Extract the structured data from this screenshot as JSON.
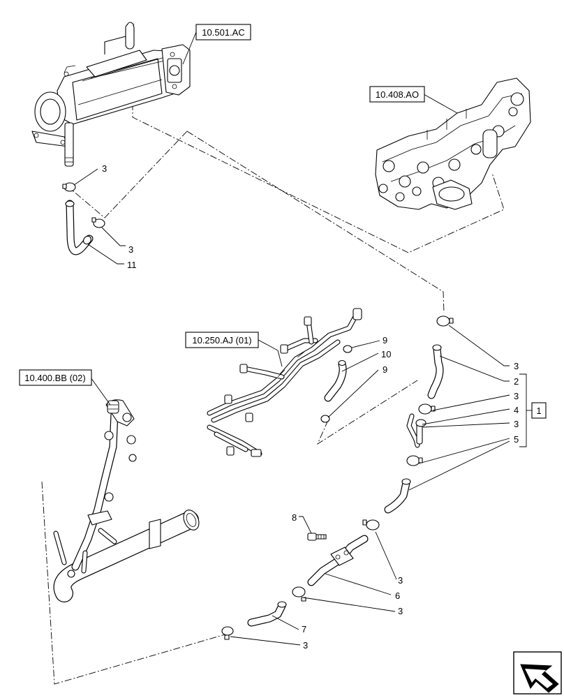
{
  "references": {
    "egr_cooler": "10.501.AC",
    "cylinder_head": "10.408.AO",
    "fuel_lines": "10.250.AJ (01)",
    "turbo_pipe": "10.400.BB (02)"
  },
  "callouts": {
    "c3_top": "3",
    "c3_upper_clamp": "3",
    "c11": "11",
    "c9_top": "9",
    "c10": "10",
    "c9_bottom": "9",
    "c3_r1": "3",
    "c2": "2",
    "c3_r2": "3",
    "c4": "4",
    "c3_r3": "3",
    "c5": "5",
    "c8": "8",
    "c3_mid": "3",
    "c6": "6",
    "c3_lower": "3",
    "c7": "7",
    "c3_bottom": "3"
  },
  "kit_label": "1",
  "icons": {
    "nav": "next-page-arrow-icon"
  }
}
